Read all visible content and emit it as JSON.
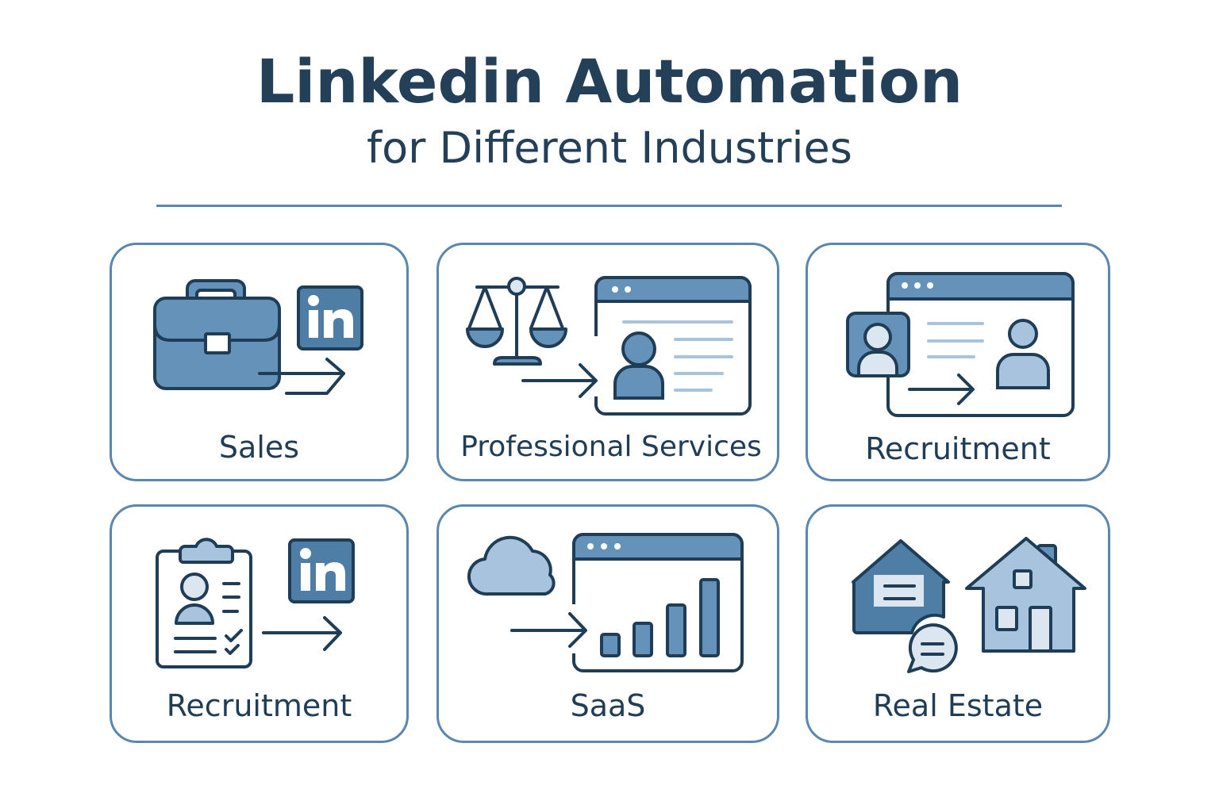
{
  "header": {
    "title": "Linkedin Automation",
    "subtitle": "for Different Industries"
  },
  "colors": {
    "dark_navy": "#1f3d57",
    "mid_blue": "#5b86ad",
    "fill_blue": "#6592b8",
    "light_blue": "#a7c3de",
    "pale_blue": "#dbe6f0",
    "card_border": "#5b86ad"
  },
  "cards": [
    {
      "label": "Sales",
      "icons": [
        "briefcase-icon",
        "linkedin-icon",
        "arrow-right-icon"
      ]
    },
    {
      "label": "Professional Services",
      "icons": [
        "scales-of-justice-icon",
        "browser-window-icon",
        "profile-icon",
        "arrow-right-icon"
      ]
    },
    {
      "label": "Recruitment",
      "icons": [
        "browser-window-icon",
        "candidate-photo-icon",
        "person-icon",
        "arrow-right-icon"
      ]
    },
    {
      "label": "Recruitment",
      "icons": [
        "clipboard-resume-icon",
        "checkmark-icon",
        "linkedin-icon",
        "arrow-right-icon"
      ]
    },
    {
      "label": "SaaS",
      "icons": [
        "cloud-icon",
        "browser-window-icon",
        "bar-chart-icon",
        "arrow-right-icon"
      ]
    },
    {
      "label": "Real Estate",
      "icons": [
        "house-icon",
        "chat-bubble-icon",
        "house-listing-icon"
      ]
    }
  ]
}
